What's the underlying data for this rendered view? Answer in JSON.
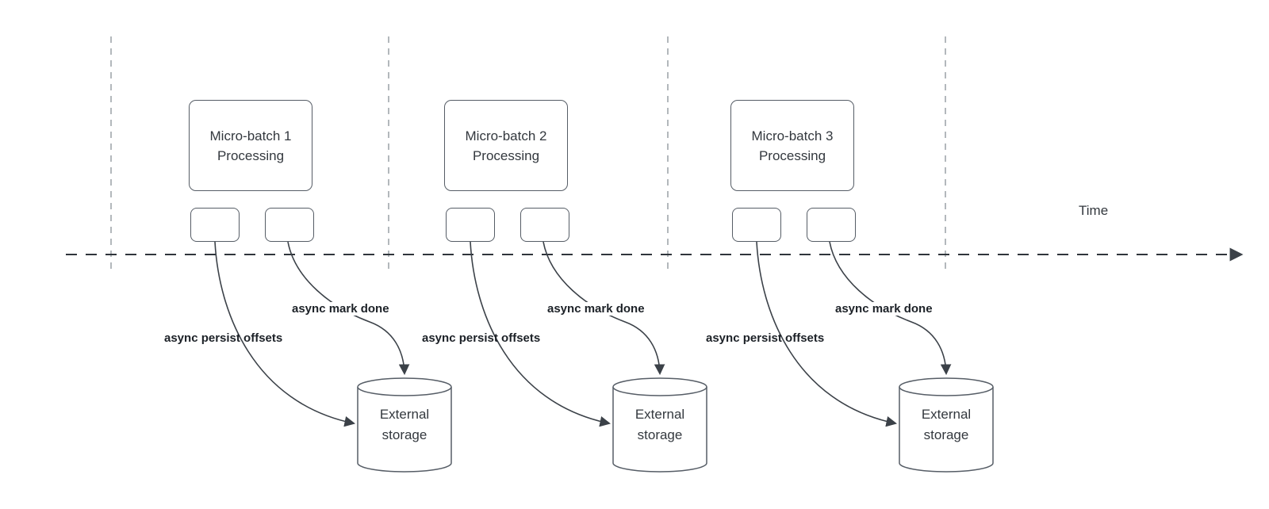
{
  "diagram": {
    "type": "micro-batch-streaming-timeline",
    "time_axis_label": "Time",
    "sections": [
      {
        "box_label": "Micro-batch 1\nProcessing",
        "persist_label": "async persist offsets",
        "done_label": "async mark done",
        "storage_label": "External\nstorage"
      },
      {
        "box_label": "Micro-batch 2\nProcessing",
        "persist_label": "async persist offsets",
        "done_label": "async mark done",
        "storage_label": "External\nstorage"
      },
      {
        "box_label": "Micro-batch 3\nProcessing",
        "persist_label": "async persist offsets",
        "done_label": "async mark done",
        "storage_label": "External\nstorage"
      }
    ],
    "colors": {
      "shape_stroke": "#565d66",
      "edge_stroke": "#3b4148",
      "axis_stroke": "#2f353b",
      "guide_stroke": "#9aa0a6",
      "text": "#33383e",
      "label_text": "#1c2127",
      "background": "#ffffff",
      "shape_fill": "#ffffff"
    }
  }
}
